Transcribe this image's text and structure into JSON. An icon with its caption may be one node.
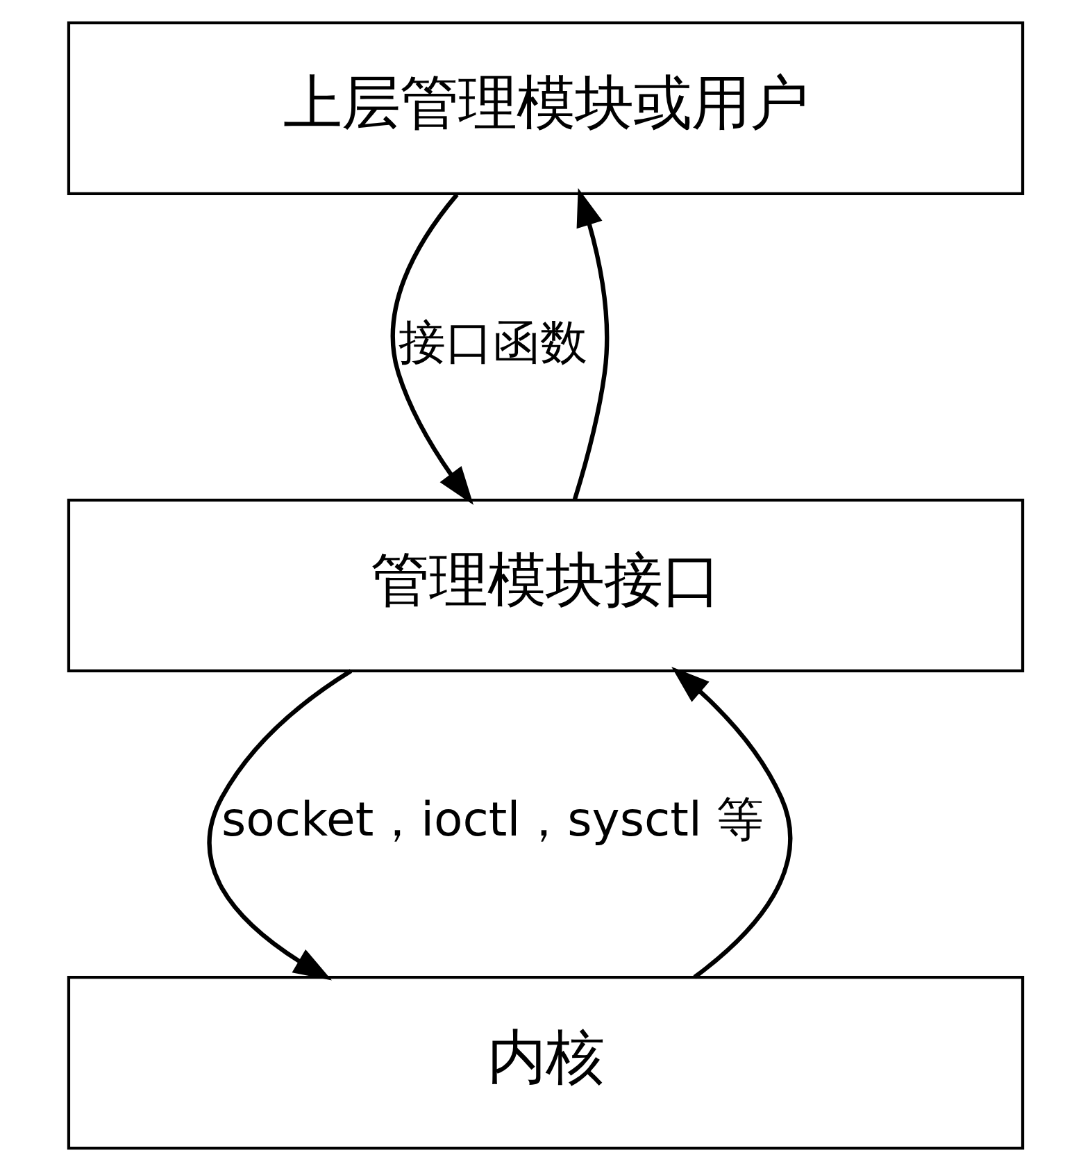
{
  "diagram": {
    "nodes": [
      {
        "text": [
          "上层管理模块或用户"
        ]
      },
      {
        "text": [
          "管理模块接口"
        ]
      },
      {
        "text": [
          "内核"
        ]
      }
    ],
    "edges": [
      {
        "from": 0,
        "to": 1,
        "arrow": "to",
        "label": "接口函数"
      },
      {
        "from": 1,
        "to": 0,
        "arrow": "to"
      },
      {
        "from": 1,
        "to": 2,
        "arrow": "to",
        "label": "socket，ioctl，sysctl 等"
      },
      {
        "from": 2,
        "to": 1,
        "arrow": "to"
      }
    ]
  }
}
